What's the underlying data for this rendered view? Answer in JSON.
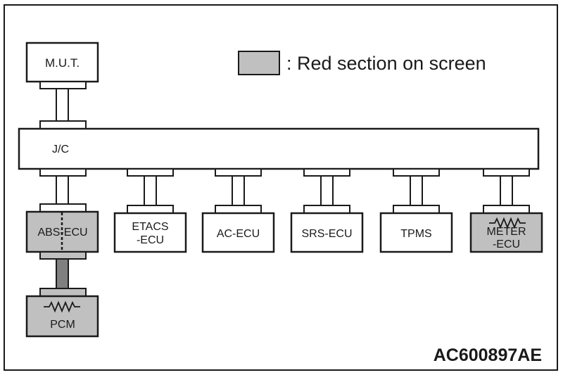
{
  "diagram": {
    "code": "AC600897AE",
    "legend": {
      "text": ": Red section on screen",
      "swatch_color": "#c0c0c0"
    },
    "mut": {
      "label": "M.U.T."
    },
    "jc": {
      "label": "J/C"
    },
    "ecus": [
      {
        "id": "abs",
        "lines": [
          "ABS-ECU"
        ],
        "highlighted": true,
        "dashed_split": true
      },
      {
        "id": "etacs",
        "lines": [
          "ETACS",
          "-ECU"
        ],
        "highlighted": false
      },
      {
        "id": "ac",
        "lines": [
          "AC-ECU"
        ],
        "highlighted": false
      },
      {
        "id": "srs",
        "lines": [
          "SRS-ECU"
        ],
        "highlighted": false
      },
      {
        "id": "tpms",
        "lines": [
          "TPMS"
        ],
        "highlighted": false
      },
      {
        "id": "meter",
        "lines": [
          "METER",
          "-ECU"
        ],
        "highlighted": true,
        "resistor_symbol": true
      }
    ],
    "pcm": {
      "label": "PCM",
      "highlighted": true,
      "resistor_symbol": true
    },
    "colors": {
      "line": "#1a1a1a",
      "highlight": "#c0c0c0",
      "box_fill": "#ffffff",
      "connector_highlight": "#808080"
    }
  }
}
